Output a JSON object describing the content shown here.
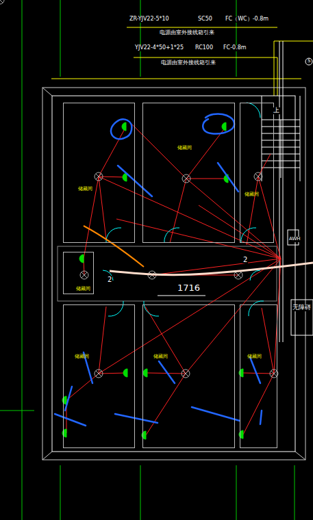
{
  "diagram": {
    "nodes": [
      {
        "text": [
          "储藏间"
        ]
      },
      {
        "text": [
          "储藏间"
        ]
      },
      {
        "text": [
          "储藏间"
        ]
      },
      {
        "text": [
          "储藏间"
        ]
      },
      {
        "text": [
          "储藏间"
        ]
      },
      {
        "text": [
          "储藏间"
        ]
      },
      {
        "text": [
          "储藏间"
        ]
      }
    ],
    "labels": [
      "ZR-YJV22-5*10",
      "SC50",
      "FC（WC）-0.8m",
      "电源由室外接线箱引来",
      "YJV22-4*50+1*25",
      "RC100",
      "FC-0.8m",
      "电源由室外接线箱引来",
      "S",
      "上",
      "AWH",
      "2",
      "2",
      "1716",
      "无障碍"
    ]
  }
}
